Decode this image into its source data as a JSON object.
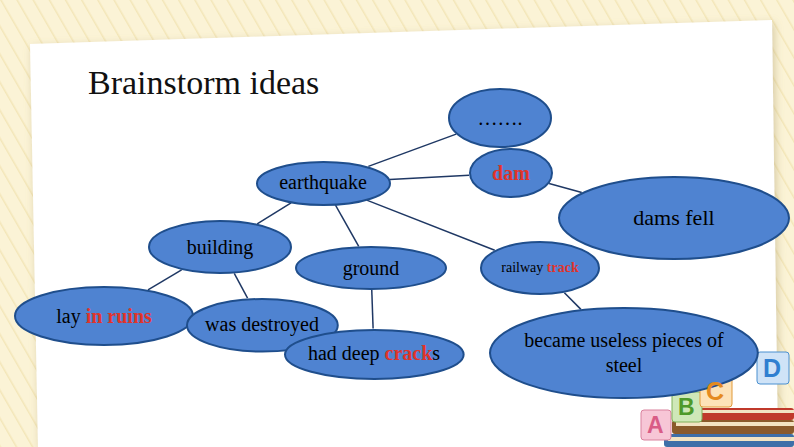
{
  "diagram": {
    "title": "Brainstorm ideas",
    "nodes": [
      {
        "text": [
          "……."
        ]
      },
      {
        "text": [
          "earthquake"
        ]
      },
      {
        "text": [
          "dam"
        ]
      },
      {
        "text": [
          "dams fell"
        ]
      },
      {
        "text": [
          "building"
        ]
      },
      {
        "text": [
          "ground"
        ]
      },
      {
        "text": [
          "railway track"
        ]
      },
      {
        "text": [
          "lay in ruins"
        ]
      },
      {
        "text": [
          "was destroyed"
        ]
      },
      {
        "text": [
          "had deep cracks"
        ]
      },
      {
        "text": [
          "became useless pieces of steel"
        ]
      }
    ],
    "edges": [
      {
        "from": 1,
        "to": 0,
        "arrow": "none"
      },
      {
        "from": 1,
        "to": 2,
        "arrow": "none"
      },
      {
        "from": 2,
        "to": 3,
        "arrow": "none"
      },
      {
        "from": 1,
        "to": 4,
        "arrow": "none"
      },
      {
        "from": 1,
        "to": 5,
        "arrow": "none"
      },
      {
        "from": 1,
        "to": 6,
        "arrow": "none"
      },
      {
        "from": 4,
        "to": 7,
        "arrow": "none"
      },
      {
        "from": 4,
        "to": 8,
        "arrow": "none"
      },
      {
        "from": 5,
        "to": 9,
        "arrow": "none"
      },
      {
        "from": 6,
        "to": 10,
        "arrow": "none"
      }
    ],
    "labels": [
      "D",
      "C",
      "B",
      "A"
    ]
  }
}
